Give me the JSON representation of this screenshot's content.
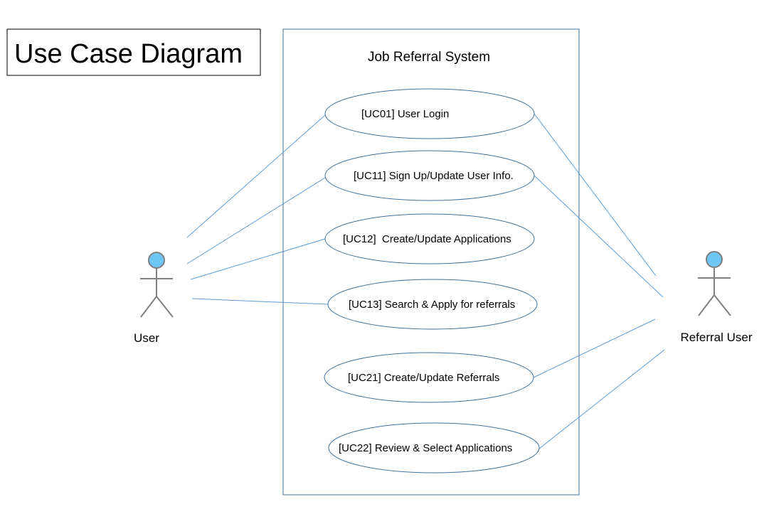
{
  "diagram": {
    "title": "Use Case Diagram",
    "system": {
      "label": "Job Referral System"
    },
    "actors": [
      {
        "id": "user",
        "label": "User"
      },
      {
        "id": "referral_user",
        "label": "Referral User"
      }
    ],
    "use_cases": [
      {
        "id": "UC01",
        "label": "[UC01] User Login"
      },
      {
        "id": "UC11",
        "label": "[UC11] Sign Up/Update User Info."
      },
      {
        "id": "UC12",
        "label": "[UC12]  Create/Update Applications"
      },
      {
        "id": "UC13",
        "label": "[UC13] Search & Apply for referrals"
      },
      {
        "id": "UC21",
        "label": "[UC21] Create/Update Referrals"
      },
      {
        "id": "UC22",
        "label": "[UC22] Review & Select Applications"
      }
    ],
    "associations": [
      {
        "from": "user",
        "to": "UC01"
      },
      {
        "from": "user",
        "to": "UC11"
      },
      {
        "from": "user",
        "to": "UC12"
      },
      {
        "from": "user",
        "to": "UC13"
      },
      {
        "from": "referral_user",
        "to": "UC01"
      },
      {
        "from": "referral_user",
        "to": "UC11"
      },
      {
        "from": "referral_user",
        "to": "UC21"
      },
      {
        "from": "referral_user",
        "to": "UC22"
      }
    ],
    "colors": {
      "line": "#5b9bd5",
      "actor_head": "#6ec6f2",
      "actor_body": "#808080",
      "border": "#000000"
    }
  }
}
